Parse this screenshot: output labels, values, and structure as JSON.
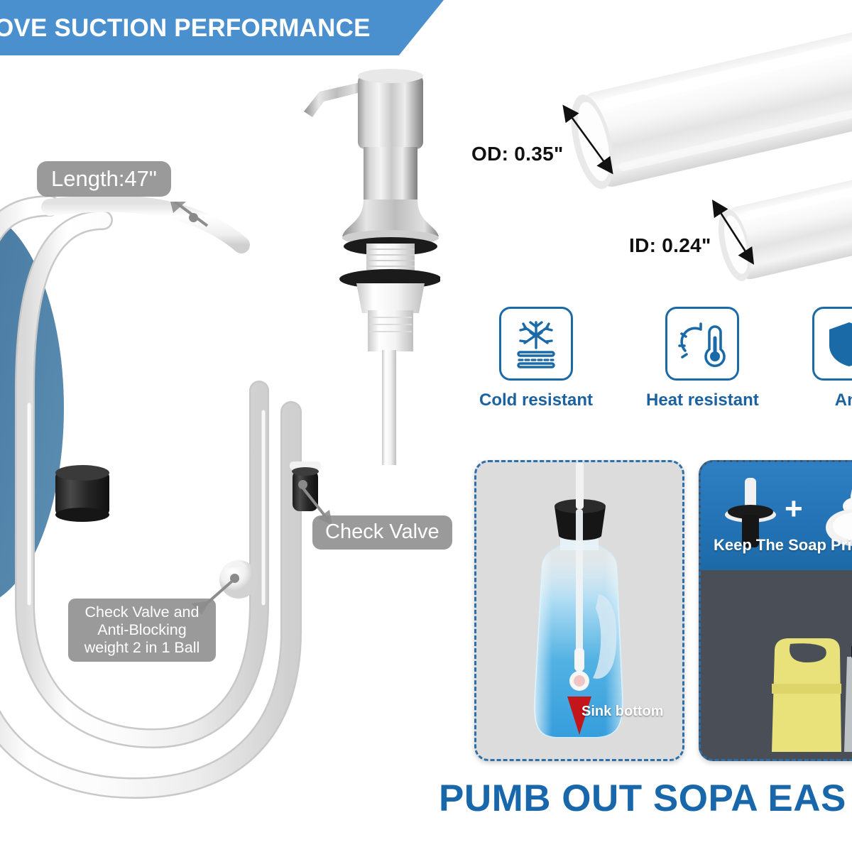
{
  "header": {
    "banner_text": "OVE SUCTION PERFORMANCE",
    "banner_color": "#4a90cf"
  },
  "product": {
    "dimensions": {
      "outer_diameter": "OD: 0.35\"",
      "inner_diameter": "ID: 0.24\""
    },
    "callouts": {
      "length": "Length:47\"",
      "check_valve": "Check Valve",
      "ball_line1": "Check Valve and",
      "ball_line2": "Anti-Blocking",
      "ball_line3": "weight 2 in 1 Ball"
    }
  },
  "features": [
    {
      "icon": "snowflake-icon",
      "label": "Cold resistant"
    },
    {
      "icon": "sun-thermometer-icon",
      "label": "Heat resistant"
    },
    {
      "icon": "shield-icon",
      "label": "Ant"
    }
  ],
  "panels": {
    "bottle": {
      "sink_label": "Sink bottom",
      "background": "#dcdcdc",
      "border": "#2d6fa8"
    },
    "primed": {
      "caption": "Keep The Soap Primed",
      "plus": "+",
      "top_color": "#2272b4",
      "bottom_color": "#4a4f57"
    }
  },
  "footer": {
    "headline": "PUMB OUT SOPA EAS",
    "headline_color": "#1867ab"
  }
}
